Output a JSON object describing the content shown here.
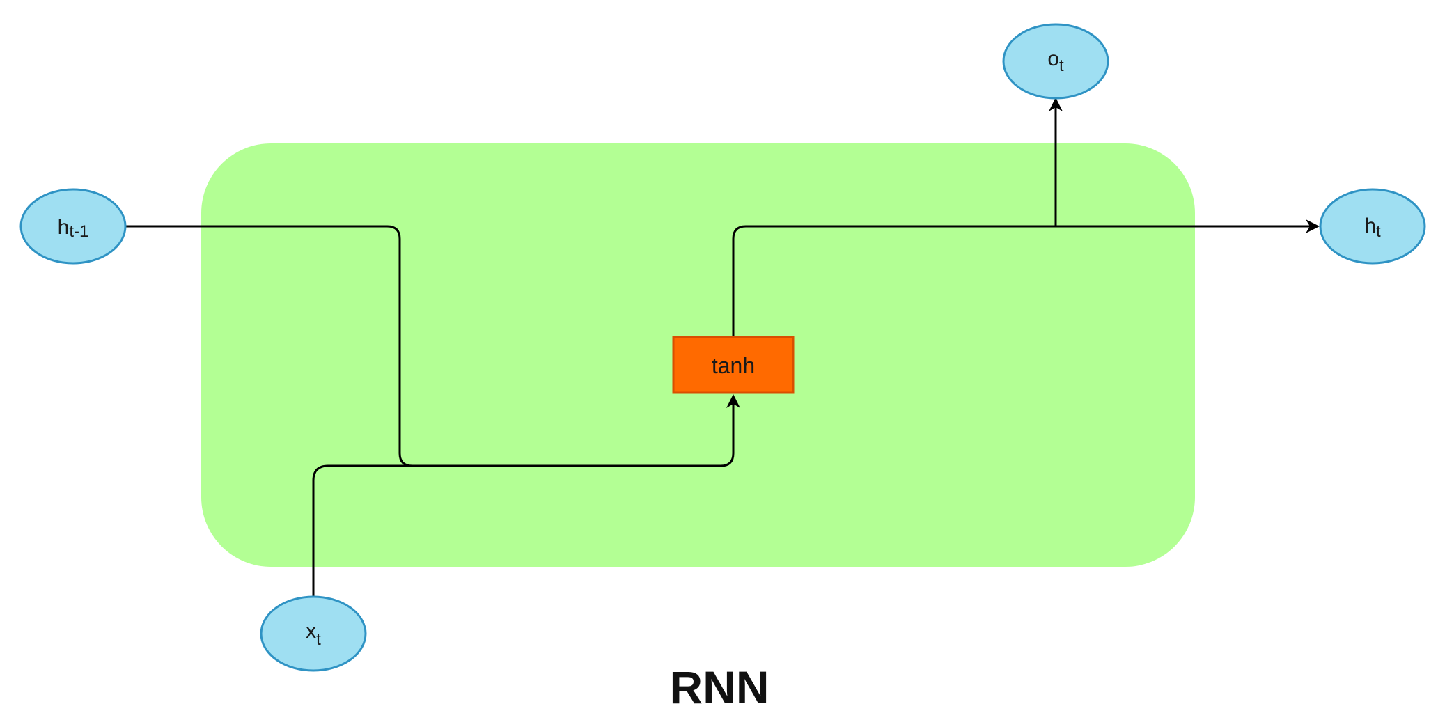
{
  "diagram": {
    "title": "RNN",
    "colors": {
      "cell_fill": "#b3ff94",
      "node_fill": "#9fdff2",
      "node_stroke": "#2f93c4",
      "op_fill": "#ff6a00",
      "op_stroke": "#d94f00",
      "wire": "#000000"
    },
    "nodes": {
      "h_prev": {
        "base": "h",
        "sub": "t-1"
      },
      "x_t": {
        "base": "x",
        "sub": "t"
      },
      "o_t": {
        "base": "o",
        "sub": "t"
      },
      "h_t": {
        "base": "h",
        "sub": "t"
      }
    },
    "op": {
      "label": "tanh"
    }
  }
}
